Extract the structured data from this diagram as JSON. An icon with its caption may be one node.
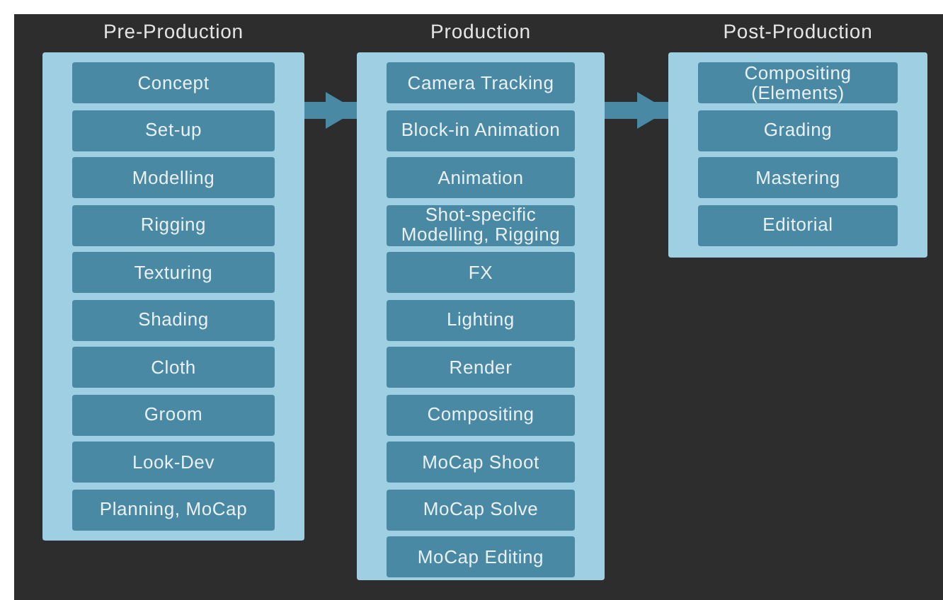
{
  "diagram": {
    "nodes": [
      {
        "text": [
          "Pre-Production"
        ]
      },
      {
        "text": [
          "Concept"
        ],
        "in": 0
      },
      {
        "text": [
          "Set-up"
        ],
        "in": 0
      },
      {
        "text": [
          "Modelling"
        ],
        "in": 0
      },
      {
        "text": [
          "Rigging"
        ],
        "in": 0
      },
      {
        "text": [
          "Texturing"
        ],
        "in": 0
      },
      {
        "text": [
          "Shading"
        ],
        "in": 0
      },
      {
        "text": [
          "Cloth"
        ],
        "in": 0
      },
      {
        "text": [
          "Groom"
        ],
        "in": 0
      },
      {
        "text": [
          "Look-Dev"
        ],
        "in": 0
      },
      {
        "text": [
          "Planning, MoCap"
        ],
        "in": 0
      },
      {
        "text": [
          "Production"
        ]
      },
      {
        "text": [
          "Camera Tracking"
        ],
        "in": 11
      },
      {
        "text": [
          "Block-in Animation"
        ],
        "in": 11
      },
      {
        "text": [
          "Animation"
        ],
        "in": 11
      },
      {
        "text": [
          "Shot-specific Modelling, Rigging"
        ],
        "in": 11
      },
      {
        "text": [
          "FX"
        ],
        "in": 11
      },
      {
        "text": [
          "Lighting"
        ],
        "in": 11
      },
      {
        "text": [
          "Render"
        ],
        "in": 11
      },
      {
        "text": [
          "Compositing"
        ],
        "in": 11
      },
      {
        "text": [
          "MoCap Shoot"
        ],
        "in": 11
      },
      {
        "text": [
          "MoCap Solve"
        ],
        "in": 11
      },
      {
        "text": [
          "MoCap Editing"
        ],
        "in": 11
      },
      {
        "text": [
          "Post-Production"
        ]
      },
      {
        "text": [
          "Compositing (Elements)"
        ],
        "in": 23
      },
      {
        "text": [
          "Grading"
        ],
        "in": 23
      },
      {
        "text": [
          "Mastering"
        ],
        "in": 23
      },
      {
        "text": [
          "Editorial"
        ],
        "in": 23
      }
    ],
    "edges": [
      {
        "from": 0,
        "to": 11,
        "arrow": "to"
      },
      {
        "from": 11,
        "to": 23,
        "arrow": "to"
      }
    ]
  }
}
